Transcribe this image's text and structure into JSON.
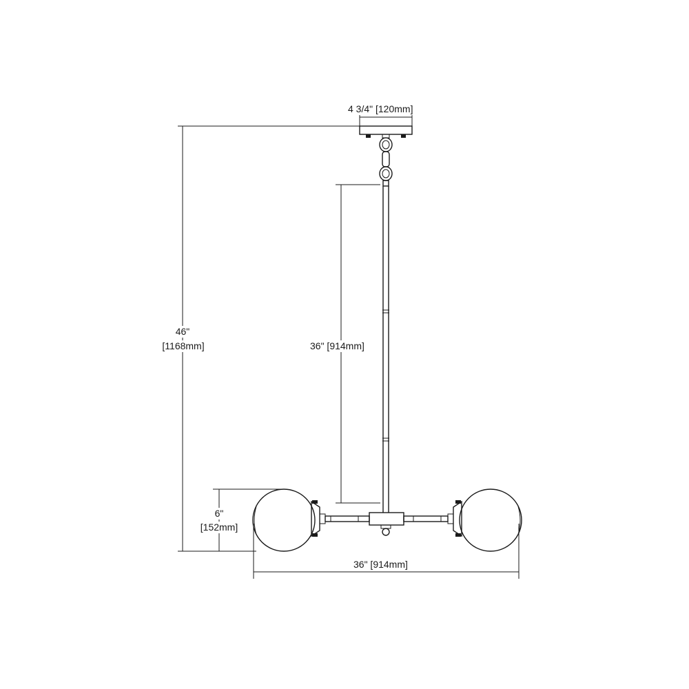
{
  "dimensions": {
    "canopy_width": "4 3/4\" [120mm]",
    "overall_height_in": "46\"",
    "overall_height_mm": "[1168mm]",
    "stem_length": "36\" [914mm]",
    "globe_height_in": "6\"",
    "globe_height_mm": "[152mm]",
    "overall_width": "36\" [914mm]"
  },
  "colors": {
    "line": "#1a1a1a",
    "background": "#ffffff"
  }
}
